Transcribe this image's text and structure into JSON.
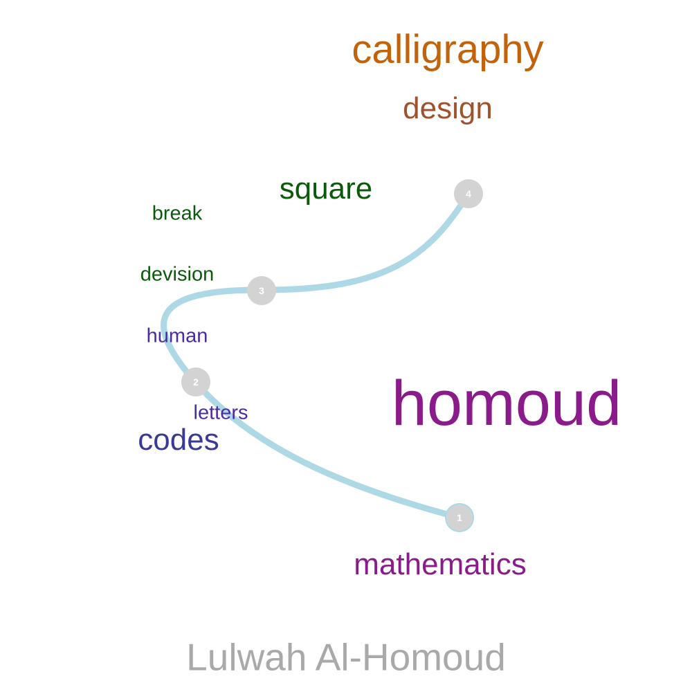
{
  "colors": {
    "path": "#add8e6",
    "node": "#d3d3d3",
    "node_label": "#ffffff",
    "orange": "#c2620b",
    "brown": "#a0522d",
    "dark_green": "#0b5a0b",
    "navy": "#3a3a96",
    "indigo": "#4b2aa6",
    "purple": "#8b1a8b",
    "gray": "#a9a9a9"
  },
  "nodes": [
    {
      "label": "1"
    },
    {
      "label": "2"
    },
    {
      "label": "3"
    },
    {
      "label": "4"
    }
  ],
  "words": {
    "calligraphy": "calligraphy",
    "design": "design",
    "square": "square",
    "break": "break",
    "devision": "devision",
    "human": "human",
    "letters": "letters",
    "codes": "codes",
    "homoud": "homoud",
    "mathematics": "mathematics"
  },
  "author": "Lulwah Al-Homoud"
}
